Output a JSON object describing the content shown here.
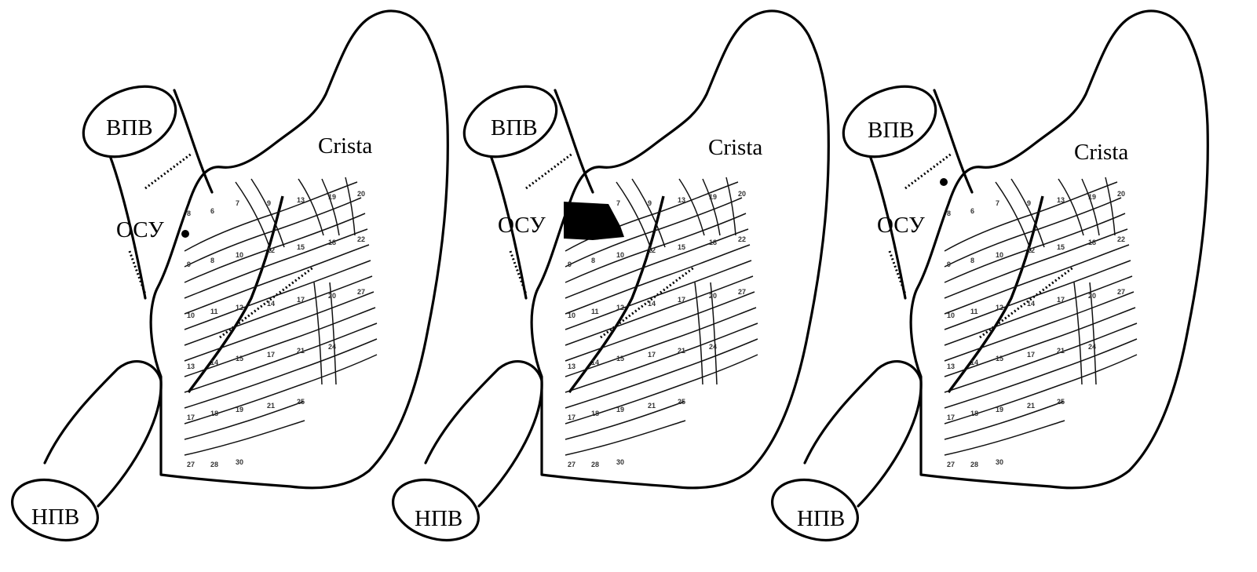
{
  "labels": {
    "svc": "ВПВ",
    "ivc": "НПВ",
    "sinus_node": "ОСУ",
    "crista": "Crista"
  },
  "panels": [
    {
      "id": "left",
      "has_block": false
    },
    {
      "id": "middle",
      "has_block": true
    },
    {
      "id": "right",
      "has_block": false
    }
  ],
  "colors": {
    "ink": "#000000",
    "background": "#ffffff"
  }
}
